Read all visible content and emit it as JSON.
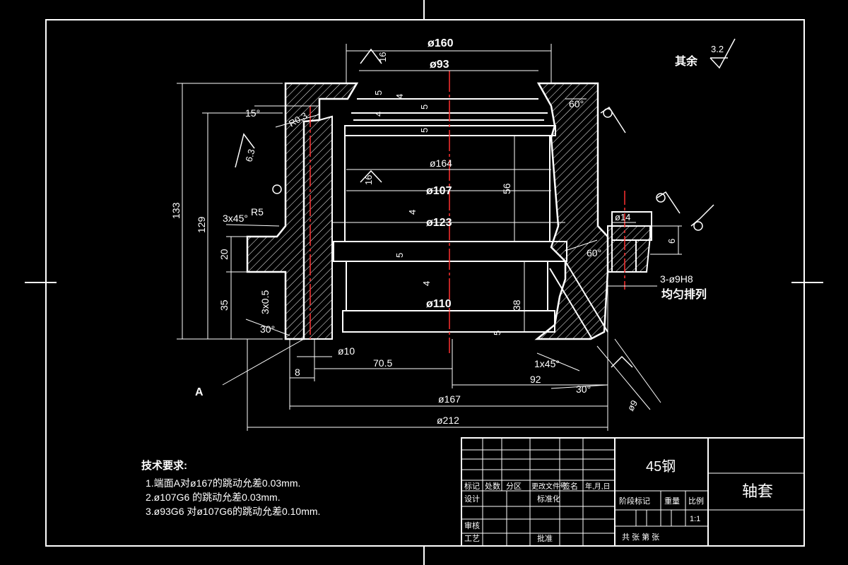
{
  "drawing": {
    "dims": {
      "d160": "ø160",
      "d93": "ø93",
      "d164": "ø164",
      "d107": "ø107",
      "d123": "ø123",
      "d110": "ø110",
      "d14": "ø14",
      "d10": "ø10",
      "d167": "ø167",
      "d212": "ø212",
      "d9": "ø9",
      "h133": "133",
      "h129": "129",
      "h20": "20",
      "h35": "35",
      "h56": "56",
      "h38": "38",
      "h16a": "16",
      "h16b": "16",
      "h5a": "5",
      "h4a": "4",
      "h5b": "5",
      "h4b": "4",
      "h5c": "5",
      "h4c": "4",
      "h5d": "5",
      "h4d": "4",
      "h5e": "5",
      "h6": "6",
      "w8": "8",
      "w70_5": "70.5",
      "w92": "92",
      "a15": "15°",
      "a60a": "60°",
      "a60b": "60°",
      "a30a": "30°",
      "a30b": "30°",
      "ch3x45": "3x45°",
      "r5": "R5",
      "ch3x0_5": "3x0.5",
      "ch1x45": "1x45°",
      "r0_3": "R0.3",
      "holes": "3-ø9H8",
      "holes_note": "均匀排列",
      "label_a": "A",
      "rough_6_3": "6.3",
      "rough_3_2": "3.2",
      "rest": "其余"
    }
  },
  "notes": {
    "title": "技术要求:",
    "items": [
      "1.端面A对ø167的跳动允差0.03mm.",
      "2.ø107G6 的跳动允差0.03mm.",
      "3.ø93G6 对ø107G6的跳动允差0.10mm."
    ]
  },
  "title_block": {
    "material": "45钢",
    "part_name": "轴套",
    "row_labels": [
      "标记",
      "处数",
      "分区",
      "更改文件号",
      "签名",
      "年,月,日"
    ],
    "design": "设计",
    "standardize": "标准化",
    "stage_mark": "阶段标记",
    "weight": "重量",
    "scale": "比例",
    "scale_value": "1:1",
    "review": "审核",
    "process": "工艺",
    "approve": "批准",
    "sheets": "共 张 第 张"
  }
}
